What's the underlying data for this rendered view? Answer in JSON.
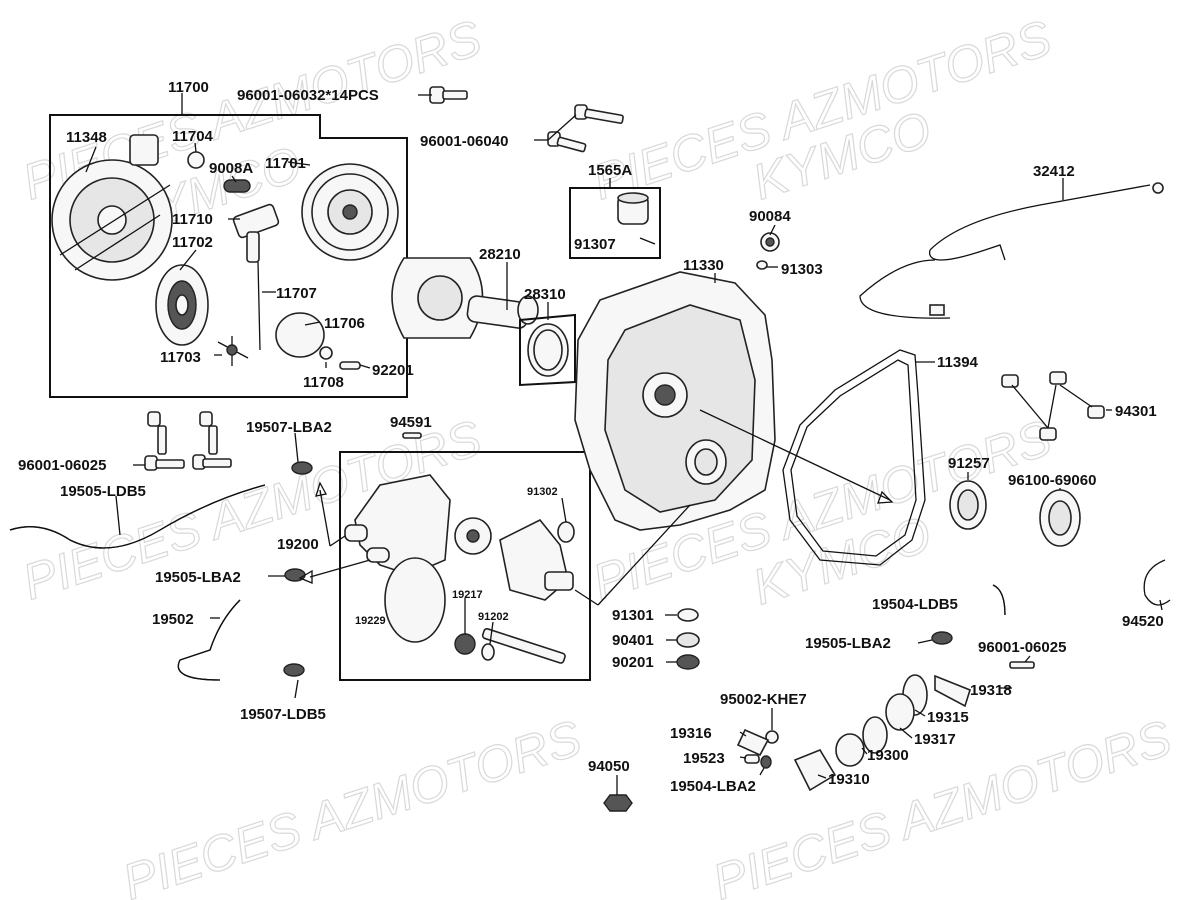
{
  "watermarks": [
    "PIECES AZMOTORS",
    "KYMCO"
  ],
  "labels": {
    "p11700": "11700",
    "p96001_06032": "96001-06032*14PCS",
    "p11348": "11348",
    "p11704": "11704",
    "p9008A": "9008A",
    "p11701": "11701",
    "p11710": "11710",
    "p11702": "11702",
    "p11707": "11707",
    "p11706": "11706",
    "p11703": "11703",
    "p11708": "11708",
    "p92201": "92201",
    "p96001_06040": "96001-06040",
    "p1565A": "1565A",
    "p91307": "91307",
    "p28210": "28210",
    "p28310": "28310",
    "p11330": "11330",
    "p90084": "90084",
    "p91303": "91303",
    "p32412": "32412",
    "p11394": "11394",
    "p94301": "94301",
    "p94591": "94591",
    "p19507_LBA2": "19507-LBA2",
    "p96001_06025_a": "96001-06025",
    "p19505_LDB5": "19505-LDB5",
    "p19200": "19200",
    "p19505_LBA2_a": "19505-LBA2",
    "p19502": "19502",
    "p19507_LDB5": "19507-LDB5",
    "p91302": "91302",
    "p19229": "19229",
    "p19217": "19217",
    "p91202": "91202",
    "p91301": "91301",
    "p90401": "90401",
    "p90201": "90201",
    "p91257": "91257",
    "p96100_69060": "96100-69060",
    "p94520": "94520",
    "p19504_LDB5": "19504-LDB5",
    "p19505_LBA2_b": "19505-LBA2",
    "p96001_06025_b": "96001-06025",
    "p19318": "19318",
    "p95002_KHE7": "95002-KHE7",
    "p19315": "19315",
    "p19316": "19316",
    "p19317": "19317",
    "p19300": "19300",
    "p19523": "19523",
    "p19504_LBA2": "19504-LBA2",
    "p19310": "19310",
    "p94050": "94050"
  }
}
